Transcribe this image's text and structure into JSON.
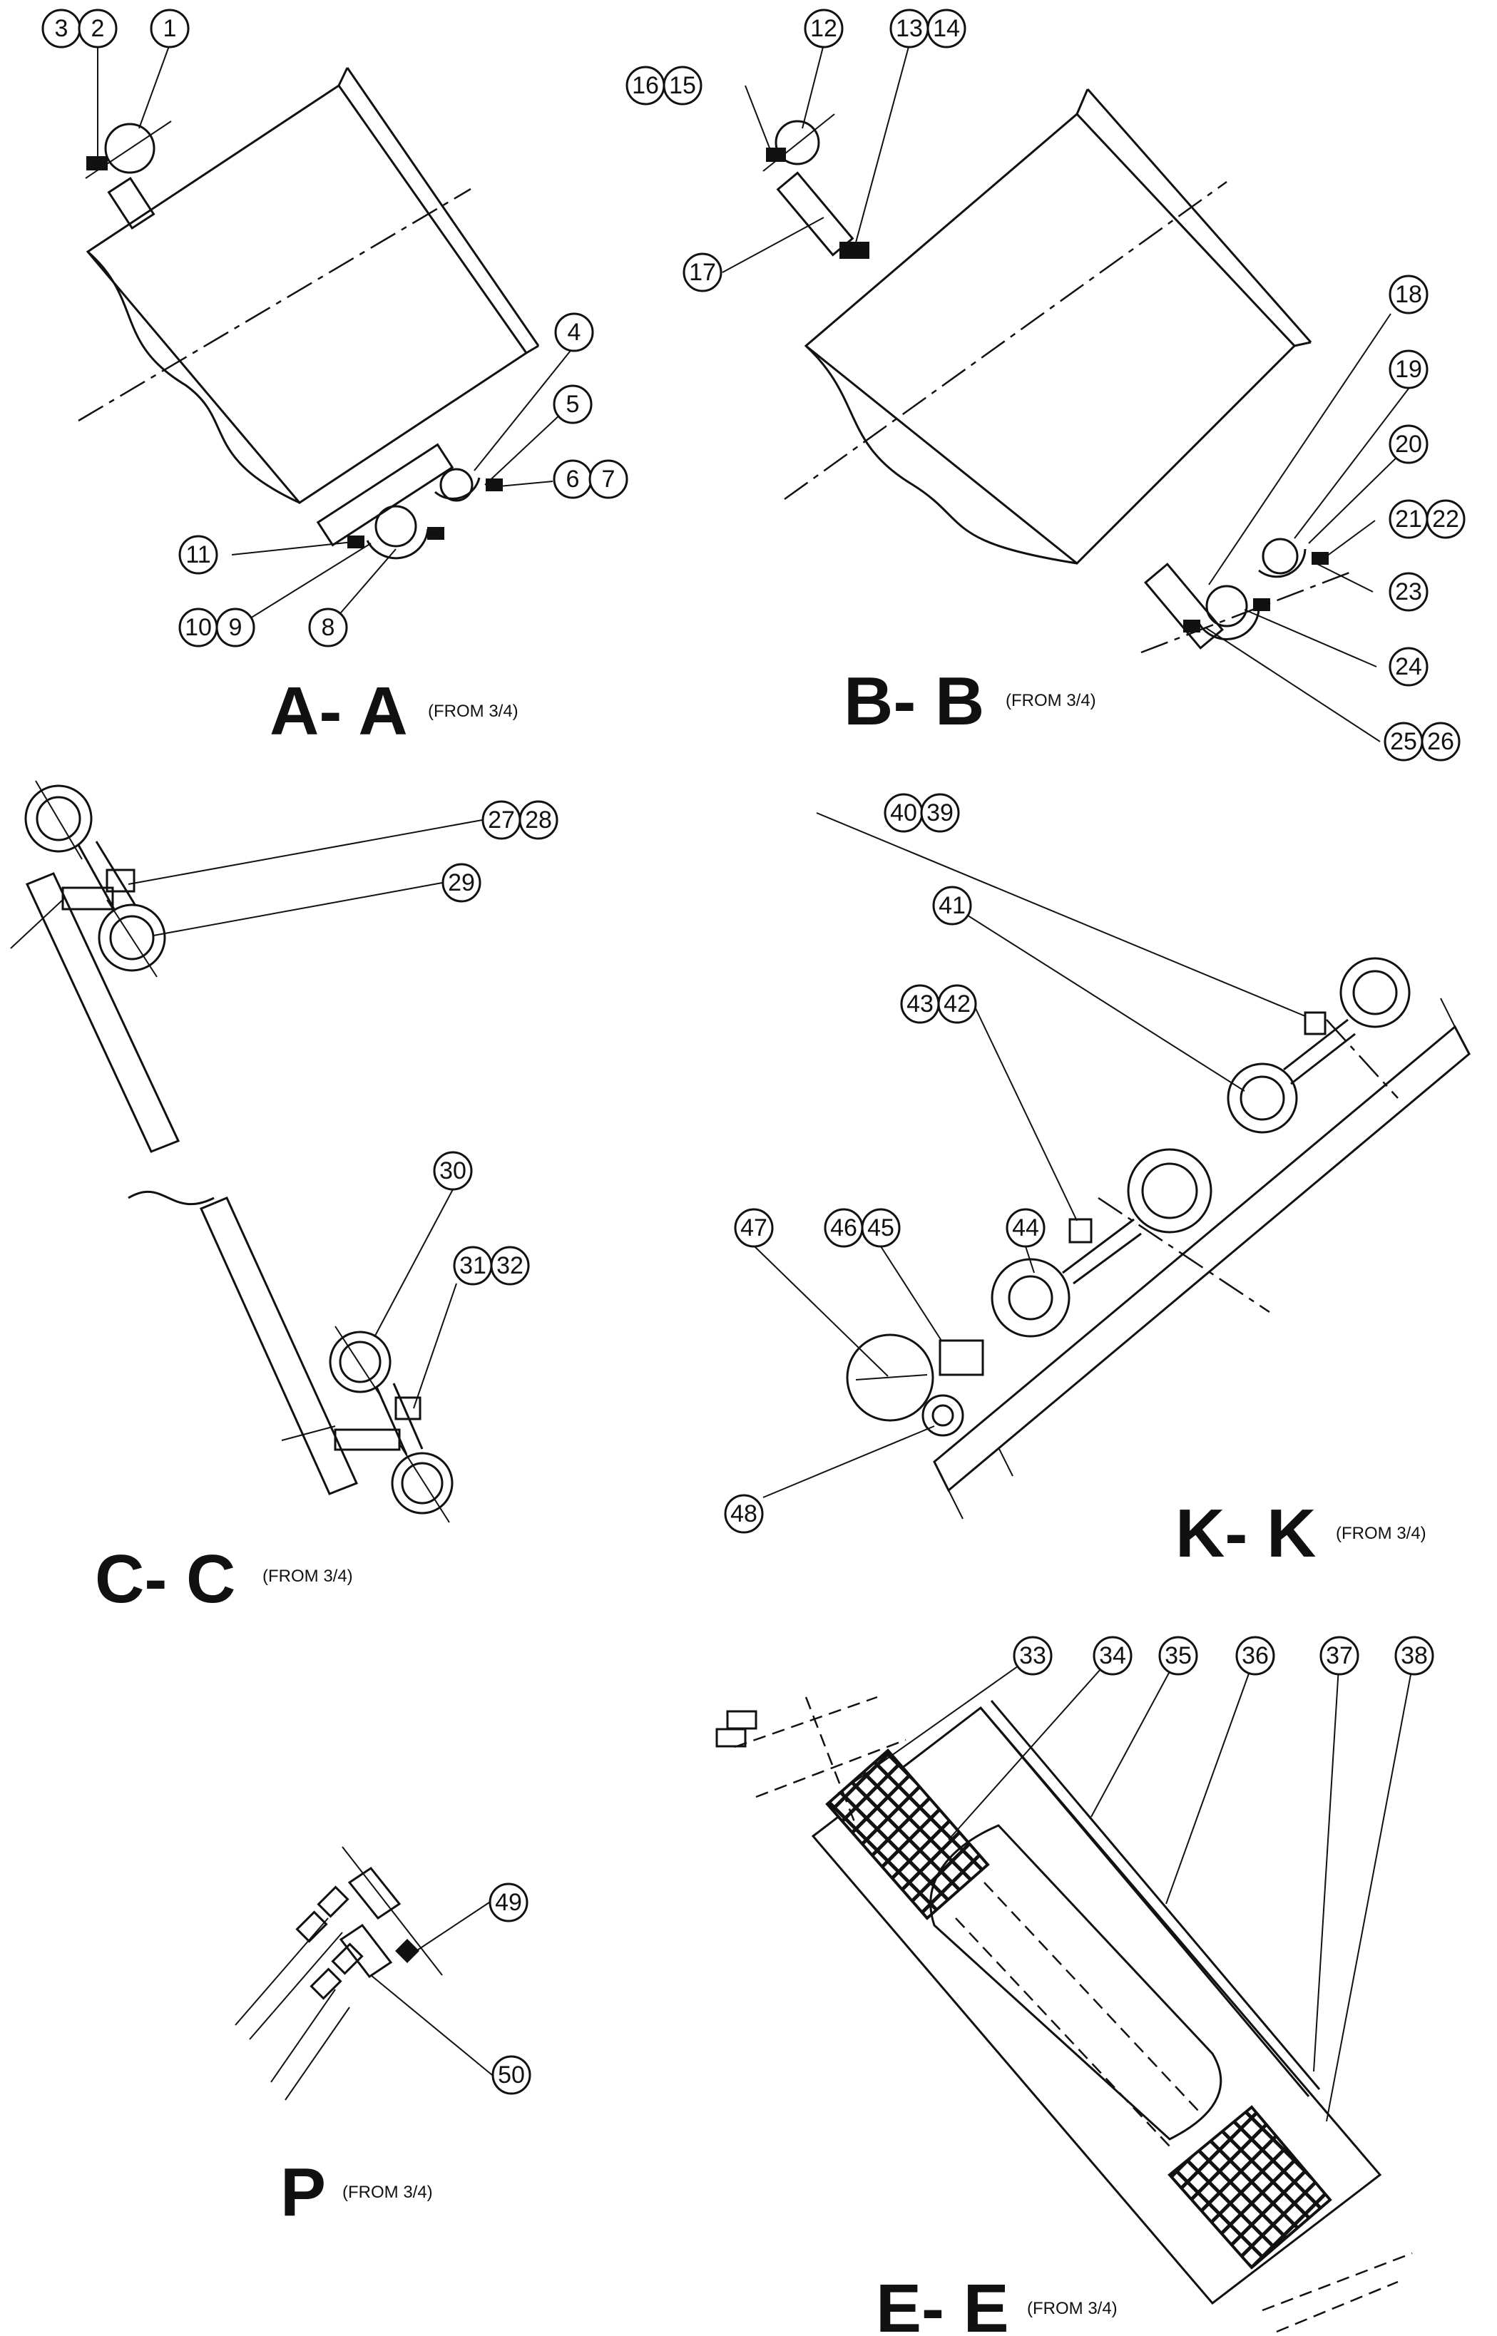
{
  "views": {
    "aa": {
      "title": "A- A",
      "ref": "(FROM 3/4)"
    },
    "bb": {
      "title": "B- B",
      "ref": "(FROM 3/4)"
    },
    "cc": {
      "title": "C- C",
      "ref": "(FROM 3/4)"
    },
    "kk": {
      "title": "K- K",
      "ref": "(FROM 3/4)"
    },
    "p": {
      "title": "P",
      "ref": "(FROM 3/4)"
    },
    "ee": {
      "title": "E- E",
      "ref": "(FROM 3/4)"
    }
  },
  "callouts": {
    "c1": "1",
    "c2": "2",
    "c3": "3",
    "c4": "4",
    "c5": "5",
    "c6": "6",
    "c7": "7",
    "c8": "8",
    "c9": "9",
    "c10": "10",
    "c11": "11",
    "c12": "12",
    "c13": "13",
    "c14": "14",
    "c15": "15",
    "c16": "16",
    "c17": "17",
    "c18": "18",
    "c19": "19",
    "c20": "20",
    "c21": "21",
    "c22": "22",
    "c23": "23",
    "c24": "24",
    "c25": "25",
    "c26": "26",
    "c27": "27",
    "c28": "28",
    "c29": "29",
    "c30": "30",
    "c31": "31",
    "c32": "32",
    "c33": "33",
    "c34": "34",
    "c35": "35",
    "c36": "36",
    "c37": "37",
    "c38": "38",
    "c39": "39",
    "c40": "40",
    "c41": "41",
    "c42": "42",
    "c43": "43",
    "c44": "44",
    "c45": "45",
    "c46": "46",
    "c47": "47",
    "c48": "48",
    "c49": "49",
    "c50": "50"
  }
}
